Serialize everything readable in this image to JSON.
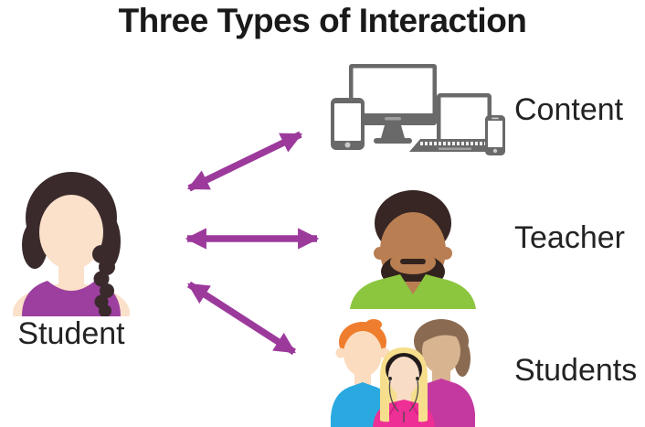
{
  "title": "Three Types of Interaction",
  "nodes": {
    "student": {
      "label": "Student",
      "icon": "woman-avatar-icon"
    },
    "targets": [
      {
        "label": "Content",
        "icon": "devices-icon"
      },
      {
        "label": "Teacher",
        "icon": "man-avatar-icon"
      },
      {
        "label": "Students",
        "icon": "people-group-icon"
      }
    ]
  },
  "edges": [
    {
      "from": "Student",
      "to": "Content",
      "bidirectional": true
    },
    {
      "from": "Student",
      "to": "Teacher",
      "bidirectional": true
    },
    {
      "from": "Student",
      "to": "Students",
      "bidirectional": true
    }
  ],
  "colors": {
    "arrow": "#9C3A9C",
    "title_text": "#1A1A1A",
    "label_text": "#232323",
    "device_gray": "#696969",
    "student_shirt": "#9C3F9F",
    "teacher_shirt": "#8CC63F"
  }
}
